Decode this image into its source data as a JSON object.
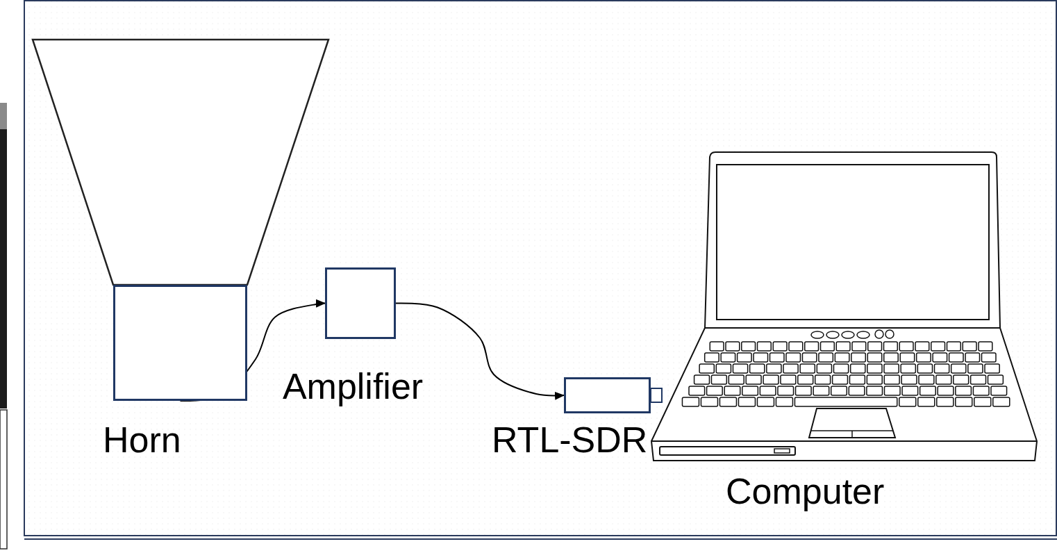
{
  "diagram": {
    "nodes": [
      {
        "text": [
          "Horn"
        ]
      },
      {
        "text": [
          "Amplifier"
        ]
      },
      {
        "text": [
          "RTL-SDR"
        ]
      },
      {
        "text": [
          "Computer"
        ]
      }
    ],
    "edges": [
      {
        "from": 0,
        "to": 1,
        "arrow": "to"
      },
      {
        "from": 1,
        "to": 2,
        "arrow": "to"
      }
    ]
  }
}
